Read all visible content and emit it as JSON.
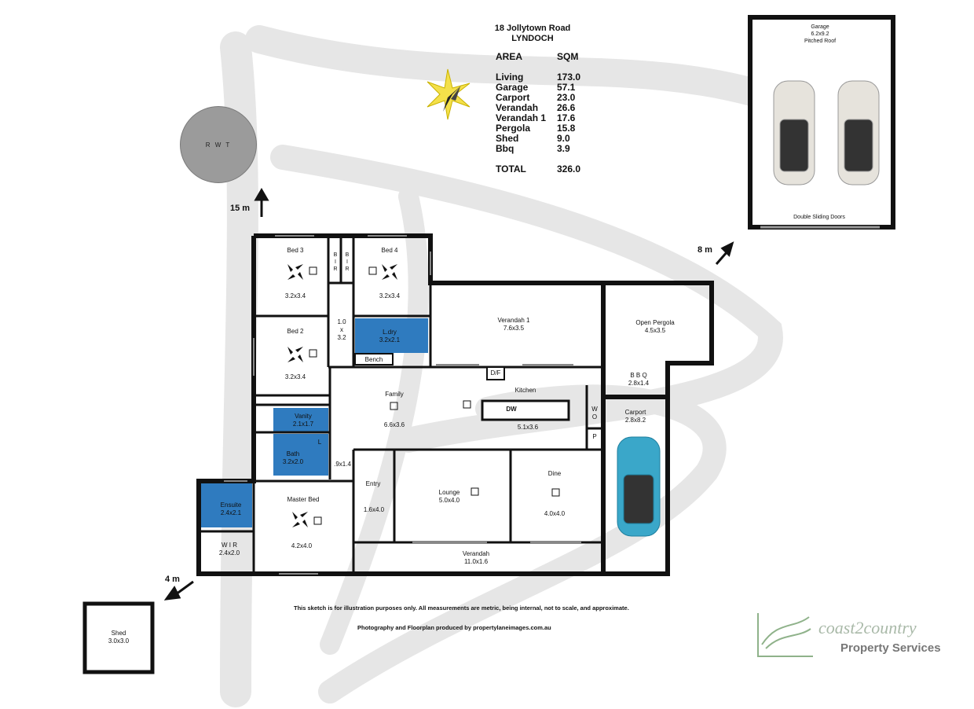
{
  "header": {
    "address_line1": "18 Jollytown Road",
    "address_line2": "LYNDOCH"
  },
  "area_table": {
    "col_area": "AREA",
    "col_sqm": "SQM",
    "rows": [
      {
        "label": "Living",
        "value": "173.0"
      },
      {
        "label": "Garage",
        "value": "57.1"
      },
      {
        "label": "Carport",
        "value": "23.0"
      },
      {
        "label": "Verandah",
        "value": "26.6"
      },
      {
        "label": "Verandah 1",
        "value": "17.6"
      },
      {
        "label": "Pergola",
        "value": "15.8"
      },
      {
        "label": "Shed",
        "value": "9.0"
      },
      {
        "label": "Bbq",
        "value": "3.9"
      }
    ],
    "total_label": "TOTAL",
    "total_value": "326.0"
  },
  "rwt": {
    "label": "R W T"
  },
  "distances": {
    "d15": "15 m",
    "d8": "8 m",
    "d4": "4 m"
  },
  "rooms": {
    "bed3": {
      "name": "Bed 3",
      "dim": "3.2x3.4"
    },
    "bed4": {
      "name": "Bed 4",
      "dim": "3.2x3.4"
    },
    "bed2": {
      "name": "Bed 2",
      "dim": "3.2x3.4"
    },
    "bir1": {
      "name": "B I R"
    },
    "bir2": {
      "name": "B I R"
    },
    "hall": {
      "line1": "1.0",
      "line2": "x",
      "line3": "3.2"
    },
    "ldry": {
      "name": "L.dry",
      "dim": "3.2x2.1"
    },
    "bench": {
      "name": "Bench"
    },
    "verandah1": {
      "name": "Verandah 1",
      "dim": "7.6x3.5"
    },
    "pergola": {
      "name": "Open Pergola",
      "dim": "4.5x3.5"
    },
    "bbq": {
      "name": "B B Q",
      "dim": "2.8x1.4"
    },
    "family": {
      "name": "Family",
      "dim": "6.6x3.6"
    },
    "kitchen": {
      "name": "Kitchen",
      "dim": "5.1x3.6"
    },
    "df": {
      "name": "D/F"
    },
    "dw": {
      "name": "DW"
    },
    "wo": {
      "line1": "W",
      "line2": "O"
    },
    "p": {
      "name": "P"
    },
    "carport": {
      "name": "Carport",
      "dim": "2.8x8.2"
    },
    "vanity": {
      "name": "Vanity",
      "dim": "2.1x1.7"
    },
    "bath": {
      "name": "Bath",
      "dim": "3.2x2.0"
    },
    "l": {
      "name": "L"
    },
    "passage": {
      "dim": ".9x1.4"
    },
    "ensuite": {
      "name": "Ensuite",
      "dim": "2.4x2.1"
    },
    "wir": {
      "name": "W I R",
      "dim": "2.4x2.0"
    },
    "masterbed": {
      "name": "Master Bed",
      "dim": "4.2x4.0"
    },
    "entry": {
      "name": "Entry",
      "dim": "1.6x4.0"
    },
    "lounge": {
      "name": "Lounge",
      "dim": "5.0x4.0"
    },
    "dine": {
      "name": "Dine",
      "dim": "4.0x4.0"
    },
    "verandah": {
      "name": "Verandah",
      "dim": "11.0x1.6"
    },
    "garage": {
      "name": "Garage",
      "dim": "6.2x9.2",
      "note": "Pitched Roof",
      "doors": "Double Sliding Doors"
    },
    "shed": {
      "name": "Shed",
      "dim": "3.0x3.0"
    }
  },
  "notes": {
    "disclaimer": "This sketch is for illustration purposes only.  All measurements are metric, being internal, not to scale, and approximate.",
    "credit": "Photography and Floorplan produced by propertylaneimages.com.au"
  },
  "brand": {
    "name": "coast2country",
    "sub": "Property Services"
  },
  "colors": {
    "wet_area": "#2f7bbf",
    "rwt": "#9b9b9b",
    "car": "#3aa7c9",
    "wall": "#111111"
  }
}
